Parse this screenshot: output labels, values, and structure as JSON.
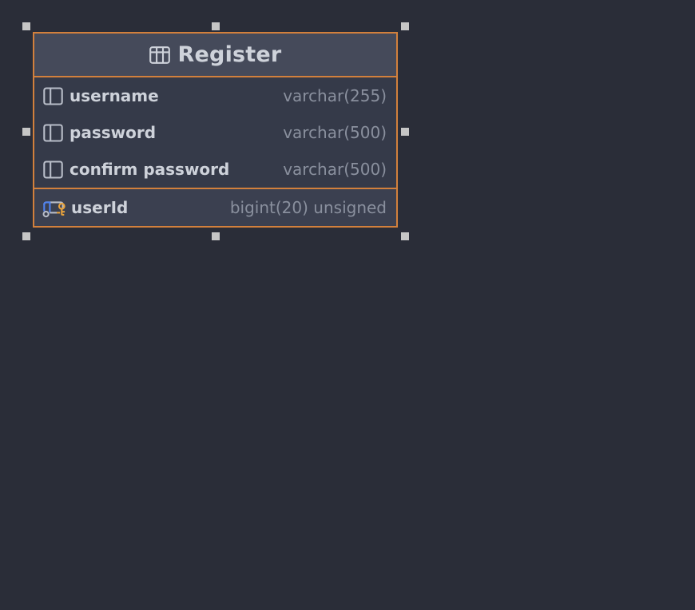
{
  "canvas": {
    "background_color": "#2a2d38"
  },
  "selection": {
    "handle_color": "#c6c6c6",
    "accent_color": "#d2803c",
    "handles": [
      "handle-top-left",
      "handle-top-center",
      "handle-top-right",
      "handle-middle-left",
      "handle-middle-right",
      "handle-bottom-left",
      "handle-bottom-center",
      "handle-bottom-right"
    ]
  },
  "entity": {
    "title": "Register",
    "title_icon": "table-icon",
    "header_background": "#454a5a",
    "body_background": "#353a49",
    "fk_background": "#3b4050",
    "columns": [
      {
        "icon": "column-icon",
        "name": "username",
        "type": "varchar(255)"
      },
      {
        "icon": "column-icon",
        "name": "password",
        "type": "varchar(500)"
      },
      {
        "icon": "column-icon",
        "name": "confirm password",
        "type": "varchar(500)"
      }
    ],
    "foreign_keys": [
      {
        "icon": "foreign-key-icon",
        "name": "userId",
        "type": "bigint(20) unsigned"
      }
    ]
  }
}
